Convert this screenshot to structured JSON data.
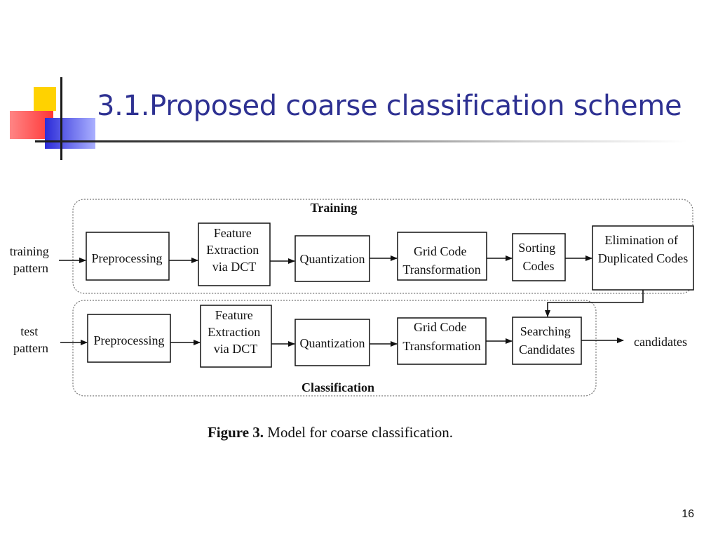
{
  "slide": {
    "title": "3.1.Proposed coarse classification scheme",
    "page_number": "16"
  },
  "diagram": {
    "training_group_label": "Training",
    "classification_group_label": "Classification",
    "training_input": [
      "training",
      "pattern"
    ],
    "test_input": [
      "test",
      "pattern"
    ],
    "training_steps": {
      "preprocessing": [
        "Preprocessing"
      ],
      "feature_extraction": [
        "Feature",
        "Extraction",
        "via DCT"
      ],
      "quantization": [
        "Quantization"
      ],
      "grid_code": [
        "Grid Code",
        "Transformation"
      ],
      "sorting": [
        "Sorting",
        "Codes"
      ],
      "elimination": [
        "Elimination of",
        "Duplicated Codes"
      ]
    },
    "classification_steps": {
      "preprocessing": [
        "Preprocessing"
      ],
      "feature_extraction": [
        "Feature",
        "Extraction",
        "via DCT"
      ],
      "quantization": [
        "Quantization"
      ],
      "grid_code": [
        "Grid Code",
        "Transformation"
      ],
      "searching": [
        "Searching",
        "Candidates"
      ]
    },
    "output_label": "candidates"
  },
  "caption": {
    "figure_label": "Figure 3.",
    "text": " Model for coarse classification."
  }
}
